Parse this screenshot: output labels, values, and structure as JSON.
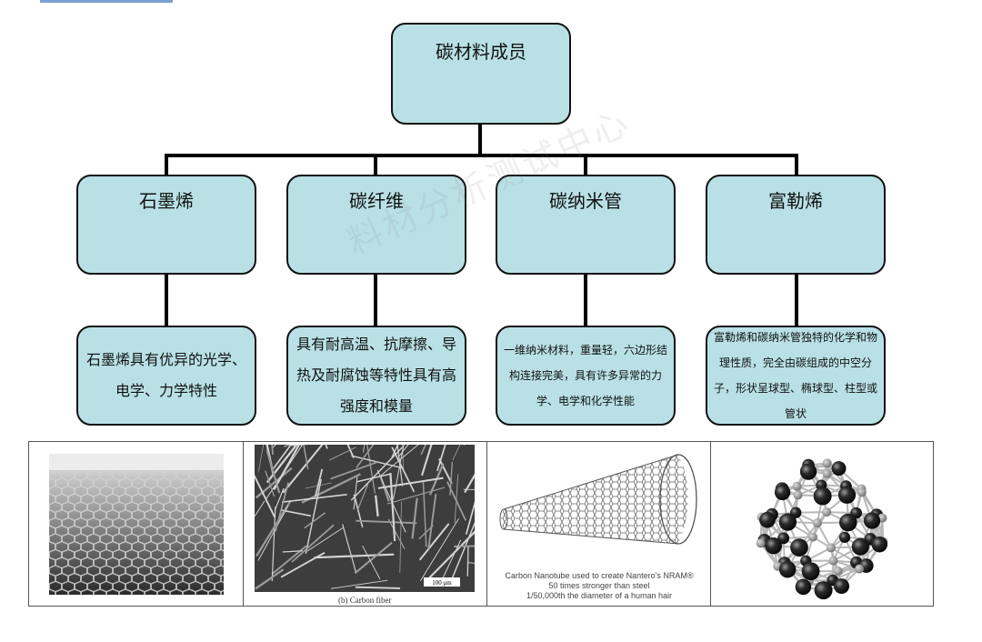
{
  "root": {
    "label": "碳材料成员"
  },
  "categories": [
    {
      "label": "石墨烯",
      "description": "石墨烯具有优异的光学、电学、力学特性"
    },
    {
      "label": "碳纤维",
      "description": "具有耐高温、抗摩擦、导热及耐腐蚀等特性具有高强度和模量"
    },
    {
      "label": "碳纳米管",
      "description": "一维纳米材料，重量轻，六边形结构连接完美，具有许多异常的力学、电学和化学性能"
    },
    {
      "label": "富勒烯",
      "description": "富勒烯和碳纳米管独特的化学和物理性质，完全由碳组成的中空分子，形状呈球型、椭球型、柱型或管状"
    }
  ],
  "images": {
    "carbon_fiber": {
      "scale_label": "100 μm",
      "caption": "(b) Carbon fiber"
    },
    "nanotube": {
      "caption_lines": [
        "Carbon Nanotube used to create Nantero's NRAM®",
        "50 times stronger than steel",
        "1/50,000th the diameter of a human hair"
      ]
    }
  },
  "watermark": "料材分析测试中心",
  "colors": {
    "box_fill": "#b9e1e5",
    "box_border": "#111111",
    "line": "#000000"
  }
}
